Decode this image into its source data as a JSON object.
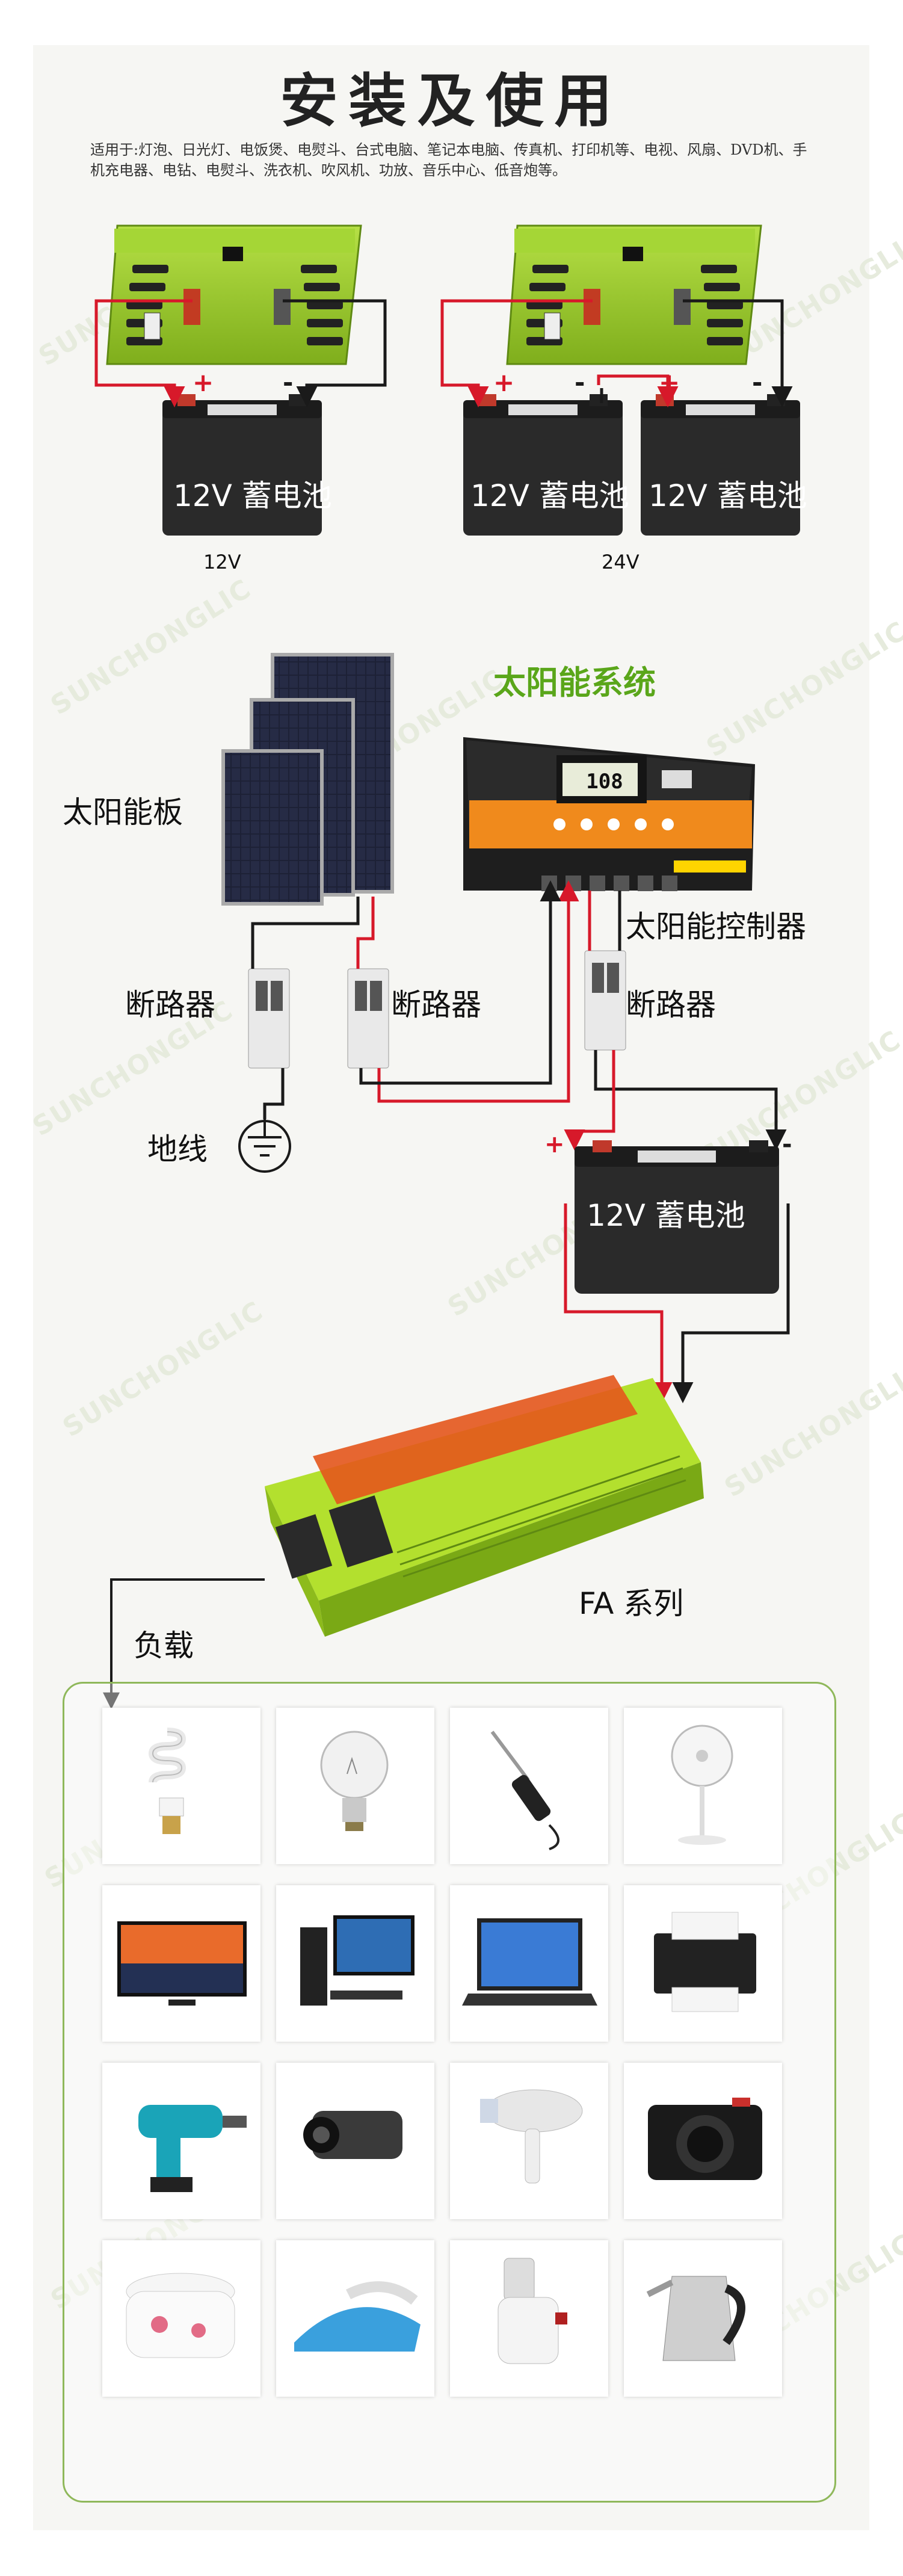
{
  "title": "安装及使用",
  "subtitle": "适用于:灯泡、日光灯、电饭煲、电熨斗、台式电脑、笔记本电脑、传真机、打印机等、电视、风扇、DVD机、手机充电器、电钻、电熨斗、洗衣机、吹风机、功放、音乐中心、低音炮等。",
  "watermark": "SUNCHONGLIC",
  "battery_label": "12V  蓄电池",
  "config_12v": "12V",
  "config_24v": "24V",
  "polarity": {
    "plus": "+",
    "minus": "-"
  },
  "solar": {
    "system_title": "太阳能系统",
    "panel_label": "太阳能板",
    "controller_label": "太阳能控制器",
    "breaker_label": "断路器",
    "ground_label": "地线",
    "display_value": "108",
    "battery_label": "12V  蓄电池"
  },
  "inverter_series": "FA 系列",
  "load_label": "负载",
  "loads": [
    {
      "icon": "energy-saving-bulb-icon"
    },
    {
      "icon": "incandescent-bulb-icon"
    },
    {
      "icon": "soldering-iron-icon"
    },
    {
      "icon": "standing-fan-icon"
    },
    {
      "icon": "television-icon"
    },
    {
      "icon": "desktop-computer-icon"
    },
    {
      "icon": "laptop-icon"
    },
    {
      "icon": "printer-icon"
    },
    {
      "icon": "electric-drill-icon"
    },
    {
      "icon": "camcorder-icon"
    },
    {
      "icon": "hair-dryer-icon"
    },
    {
      "icon": "camera-icon"
    },
    {
      "icon": "rice-cooker-icon"
    },
    {
      "icon": "steam-iron-icon"
    },
    {
      "icon": "juicer-icon"
    },
    {
      "icon": "electric-kettle-icon"
    }
  ],
  "colors": {
    "inverter_green": "#9bcf2e",
    "inverter_dark": "#5f8a12",
    "wire_red": "#d7192a",
    "wire_black": "#1a1a1a",
    "battery_body": "#2a2a2a",
    "title_green": "#5aa61a",
    "controller_orange": "#f08a1c"
  }
}
